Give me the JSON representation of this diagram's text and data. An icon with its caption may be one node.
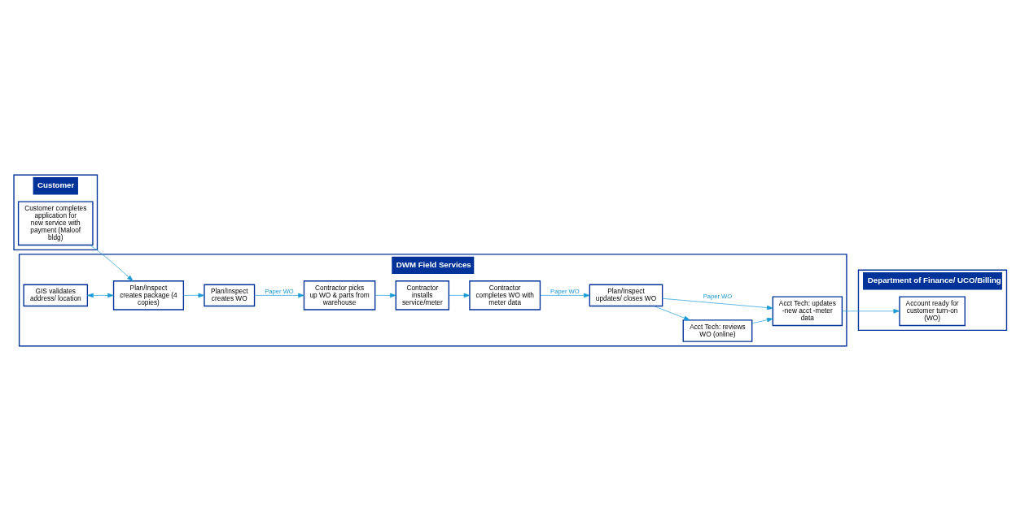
{
  "diagram": {
    "nodes": [
      {
        "text": [
          "Customer"
        ]
      },
      {
        "text": [
          "Customer completes application for new service with payment (Maloof bldg)"
        ],
        "in": 0
      },
      {
        "text": [
          "DWM Field Services"
        ]
      },
      {
        "text": [
          "GIS validates address/ location"
        ],
        "in": 2
      },
      {
        "text": [
          "Contractor picks up WO & parts from warehouse"
        ],
        "in": 2
      },
      {
        "text": [
          "Contractor installs service/meter"
        ],
        "in": 2
      },
      {
        "text": [
          "Contractor completes WO with meter data"
        ],
        "in": 2
      },
      {
        "text": [
          "Plan/Inspect creates package (4 copies)"
        ],
        "in": 2
      },
      {
        "text": [
          "Plan/Inspect creates WO"
        ],
        "in": 2
      },
      {
        "text": [
          "Plan/Inspect updates/ closes WO"
        ],
        "in": 2
      },
      {
        "text": [
          "Acct Tech: reviews WO (online)"
        ],
        "in": 2
      },
      {
        "text": [
          "Acct Tech: updates -new acct -meter data"
        ],
        "in": 2
      },
      {
        "text": [
          "Department of Finance/ UCO/Billing"
        ]
      },
      {
        "text": [
          "Account ready for customer turn-on (WO)"
        ],
        "in": 12
      }
    ],
    "edges": [
      {
        "from": 1,
        "to": 7,
        "arrow": "to"
      },
      {
        "from": 3,
        "to": 7,
        "arrow": "both"
      },
      {
        "from": 7,
        "to": 8,
        "arrow": "to"
      },
      {
        "from": 8,
        "to": 4,
        "arrow": "to",
        "label": "Paper WO"
      },
      {
        "from": 4,
        "to": 5,
        "arrow": "to"
      },
      {
        "from": 5,
        "to": 6,
        "arrow": "to"
      },
      {
        "from": 6,
        "to": 9,
        "arrow": "to",
        "label": "Paper WO"
      },
      {
        "from": 9,
        "to": 10,
        "arrow": "to"
      },
      {
        "from": 9,
        "to": 11,
        "arrow": "to",
        "label": "Paper WO"
      },
      {
        "from": 10,
        "to": 11,
        "arrow": "to"
      },
      {
        "from": 11,
        "to": 13,
        "arrow": "to"
      }
    ]
  }
}
